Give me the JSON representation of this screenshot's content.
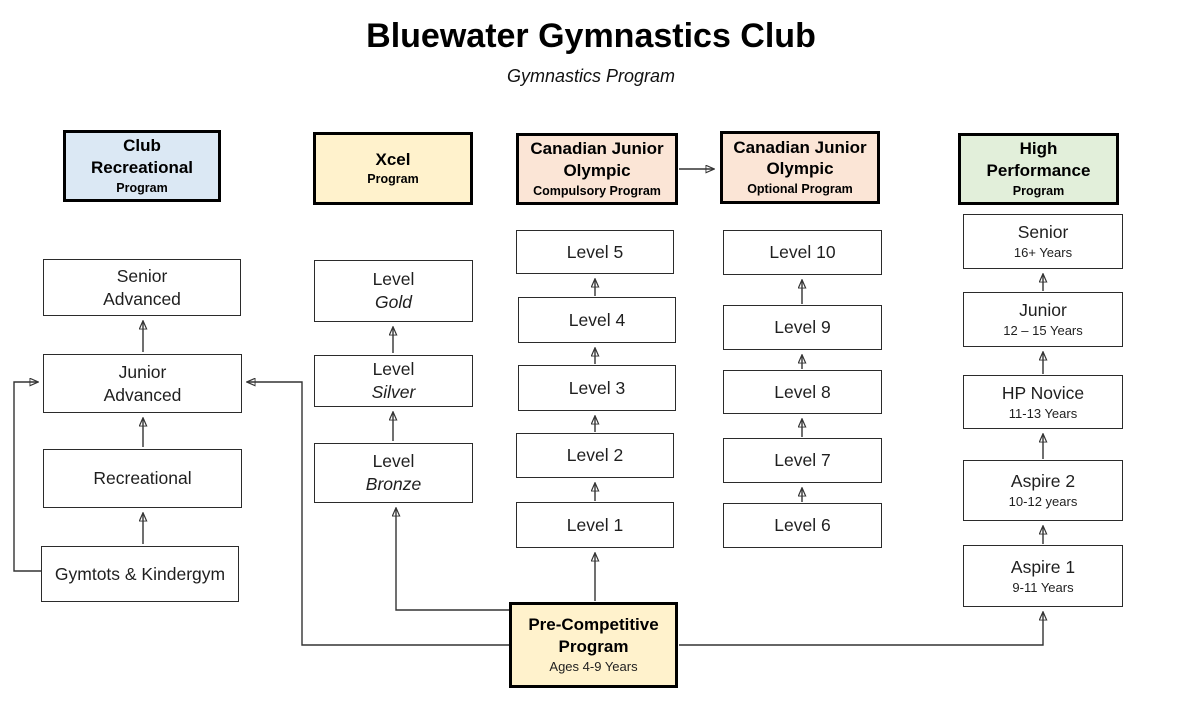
{
  "title": "Bluewater Gymnastics Club",
  "subtitle": "Gymnastics Program",
  "palette": {
    "club_recreational": "#DBE8F4",
    "xcel": "#FFF2CC",
    "cjo": "#FBE5D6",
    "high_performance": "#E2EFDA",
    "precompetitive": "#FFF2CC",
    "box_border": "#000000",
    "connector": "#333333"
  },
  "programs": {
    "club_recreational": {
      "header": {
        "line1": "Club",
        "line2": "Recreational",
        "sub": "Program"
      },
      "levels": {
        "senior_advanced": {
          "line1": "Senior",
          "line2": "Advanced"
        },
        "junior_advanced": {
          "line1": "Junior",
          "line2": "Advanced"
        },
        "recreational": {
          "line1": "Recreational"
        },
        "gymtots": {
          "line1": "Gymtots & Kindergym"
        }
      }
    },
    "xcel": {
      "header": {
        "line1": "Xcel",
        "sub": "Program"
      },
      "levels": {
        "gold": {
          "line1": "Level",
          "line2": "Gold"
        },
        "silver": {
          "line1": "Level",
          "line2": "Silver"
        },
        "bronze": {
          "line1": "Level",
          "line2": "Bronze"
        }
      }
    },
    "cjo_compulsory": {
      "header": {
        "line1": "Canadian Junior",
        "line2": "Olympic",
        "sub": "Compulsory Program"
      },
      "levels": {
        "level5": {
          "line1": "Level 5"
        },
        "level4": {
          "line1": "Level 4"
        },
        "level3": {
          "line1": "Level 3"
        },
        "level2": {
          "line1": "Level 2"
        },
        "level1": {
          "line1": "Level 1"
        }
      }
    },
    "cjo_optional": {
      "header": {
        "line1": "Canadian Junior",
        "line2": "Olympic",
        "sub": "Optional Program"
      },
      "levels": {
        "level10": {
          "line1": "Level 10"
        },
        "level9": {
          "line1": "Level 9"
        },
        "level8": {
          "line1": "Level 8"
        },
        "level7": {
          "line1": "Level 7"
        },
        "level6": {
          "line1": "Level 6"
        }
      }
    },
    "high_performance": {
      "header": {
        "line1": "High",
        "line2": "Performance",
        "sub": "Program"
      },
      "levels": {
        "senior": {
          "line1": "Senior",
          "line2": "16+ Years"
        },
        "junior": {
          "line1": "Junior",
          "line2": "12 – 15 Years"
        },
        "hp_novice": {
          "line1": "HP Novice",
          "line2": "11-13 Years"
        },
        "aspire2": {
          "line1": "Aspire 2",
          "line2": "10-12 years"
        },
        "aspire1": {
          "line1": "Aspire 1",
          "line2": "9-11 Years"
        }
      }
    },
    "precompetitive": {
      "line1": "Pre-Competitive",
      "line2": "Program",
      "sub": "Ages 4-9 Years"
    }
  }
}
